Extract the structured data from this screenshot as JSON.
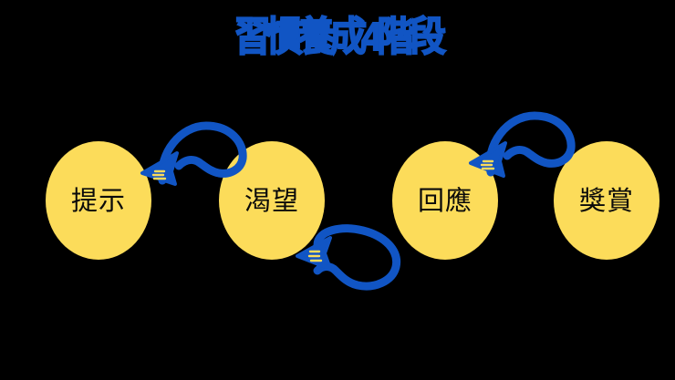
{
  "slide": {
    "background_color": "#000000",
    "accent_blue": "#1155c4",
    "circle_yellow": "#fcdc5a",
    "label_color": "#0a0a0a"
  },
  "title": {
    "text": "習慣養成4階段",
    "color": "#1155c4"
  },
  "diagram": {
    "name": "habit-loop-four-stages",
    "stages": [
      {
        "label": "提示",
        "order": "1"
      },
      {
        "label": "渴望",
        "order": "2"
      },
      {
        "label": "回應",
        "order": "3"
      },
      {
        "label": "獎賞",
        "order": "4"
      }
    ],
    "connectors": [
      {
        "name": "arrow-cue-to-craving",
        "direction": "curved-left",
        "position": "above-between-stage-1-and-2"
      },
      {
        "name": "arrow-craving-to-response",
        "direction": "curved-left",
        "position": "below-between-stage-2-and-3"
      },
      {
        "name": "arrow-response-to-reward",
        "direction": "curved-left",
        "position": "above-between-stage-3-and-4"
      }
    ]
  }
}
